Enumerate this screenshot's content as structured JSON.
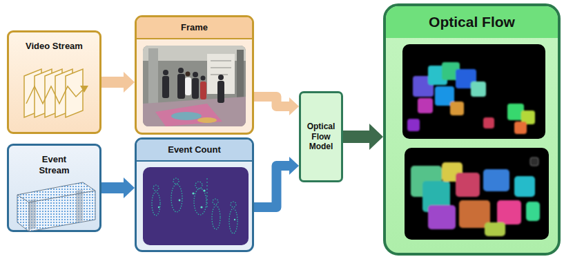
{
  "diagram": {
    "nodes": [
      {
        "text": [
          "Video Stream"
        ]
      },
      {
        "text": [
          "Frame"
        ]
      },
      {
        "text": [
          "Event Stream"
        ]
      },
      {
        "text": [
          "Event Count"
        ]
      },
      {
        "text": [
          "Optical Flow Model"
        ]
      },
      {
        "text": [
          "Optical Flow"
        ]
      }
    ],
    "edges": [
      {
        "from": 0,
        "to": 1,
        "arrow": "to"
      },
      {
        "from": 2,
        "to": 3,
        "arrow": "to"
      },
      {
        "from": 1,
        "to": 4,
        "arrow": "to"
      },
      {
        "from": 3,
        "to": 4,
        "arrow": "to"
      },
      {
        "from": 4,
        "to": 5,
        "arrow": "to"
      }
    ]
  }
}
